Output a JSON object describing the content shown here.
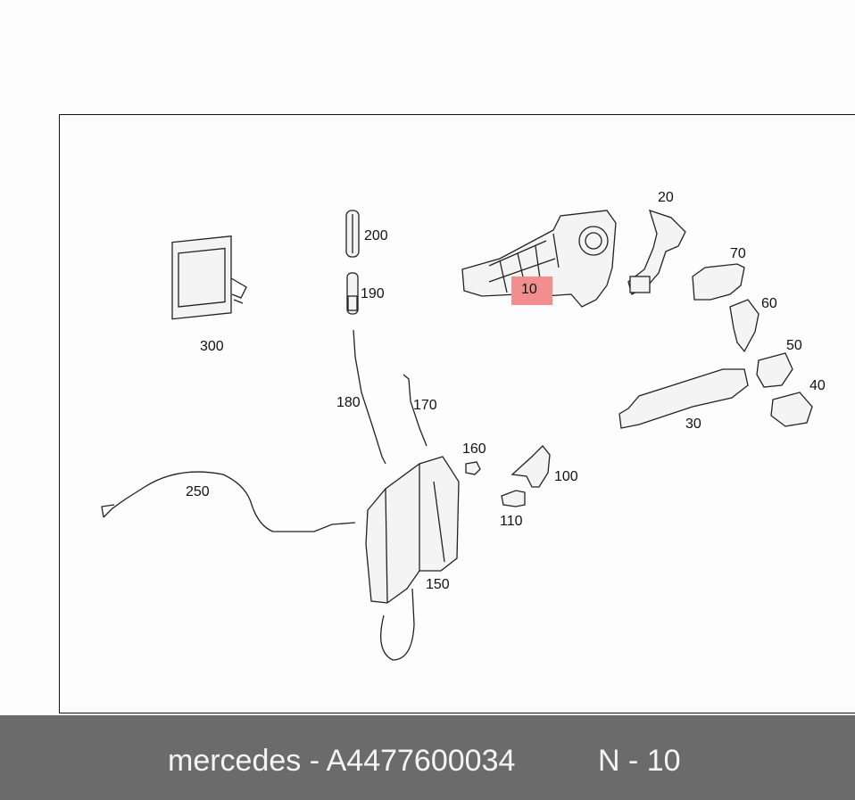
{
  "diagram": {
    "parts": [
      {
        "id": "10",
        "label": "10",
        "highlighted": true
      },
      {
        "id": "20",
        "label": "20"
      },
      {
        "id": "30",
        "label": "30"
      },
      {
        "id": "40",
        "label": "40"
      },
      {
        "id": "50",
        "label": "50"
      },
      {
        "id": "60",
        "label": "60"
      },
      {
        "id": "70",
        "label": "70"
      },
      {
        "id": "100",
        "label": "100"
      },
      {
        "id": "110",
        "label": "110"
      },
      {
        "id": "150",
        "label": "150"
      },
      {
        "id": "160",
        "label": "160"
      },
      {
        "id": "170",
        "label": "170"
      },
      {
        "id": "180",
        "label": "180"
      },
      {
        "id": "190",
        "label": "190"
      },
      {
        "id": "200",
        "label": "200"
      },
      {
        "id": "250",
        "label": "250"
      },
      {
        "id": "300",
        "label": "300"
      }
    ],
    "highlight_color": "#f28e8e"
  },
  "footer": {
    "text": "mercedes - A4477600034",
    "ref": "N - 10",
    "background": "#6b6b6b"
  }
}
